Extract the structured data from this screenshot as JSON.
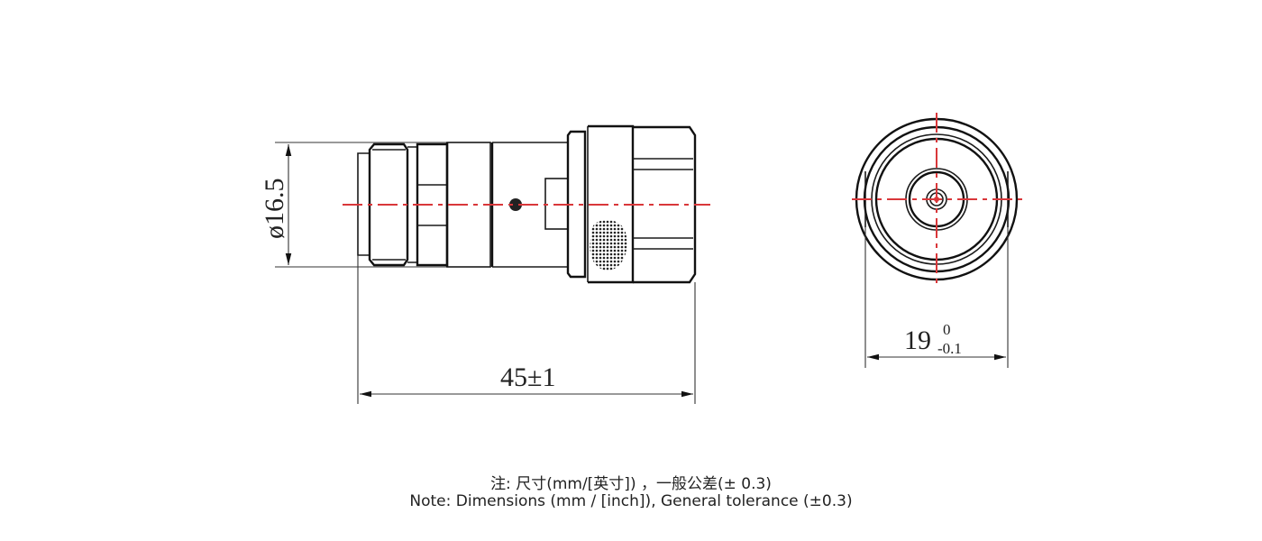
{
  "drawing": {
    "side_view": {
      "diameter_dim": "ø16.5",
      "length_dim": "45±1"
    },
    "front_view": {
      "width_dim_main": "19",
      "width_dim_upper_tol": "0",
      "width_dim_lower_tol": "-0.1"
    },
    "colors": {
      "line": "#1a1a1a",
      "centerline": "#d9373a",
      "background": "#ffffff"
    }
  },
  "notes": {
    "chinese": "注: 尺寸(mm/[英寸]) ，一般公差(± 0.3)",
    "english": "Note: Dimensions (mm / [inch]), General tolerance (±0.3)"
  }
}
